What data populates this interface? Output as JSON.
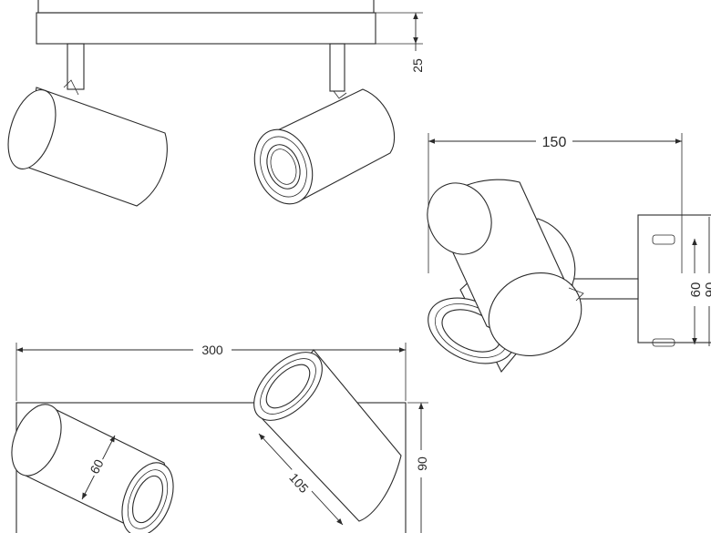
{
  "dimensions": {
    "top_height": "25",
    "side_depth": "150",
    "side_inner": "60",
    "side_outer": "90",
    "bottom_length": "300",
    "bottom_width": "90",
    "head_diameter": "60",
    "head_length": "105"
  },
  "colors": {
    "line": "#2a2a2a",
    "background": "#ffffff"
  }
}
